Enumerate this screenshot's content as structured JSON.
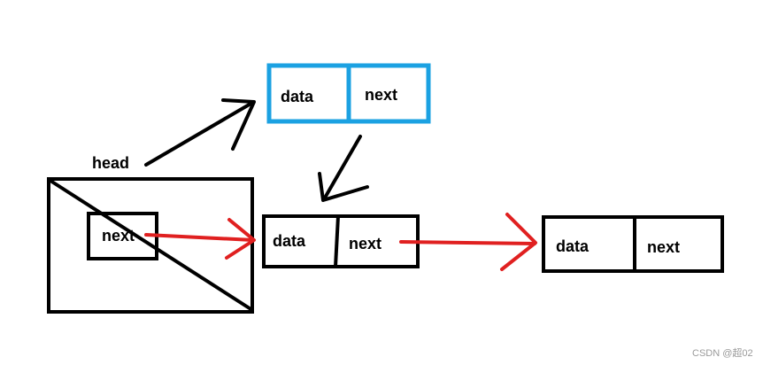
{
  "head_label": "head",
  "dummy_node": {
    "field_label": "next"
  },
  "new_node": {
    "data_label": "data",
    "next_label": "next"
  },
  "node_1": {
    "data_label": "data",
    "next_label": "next"
  },
  "node_2": {
    "data_label": "data",
    "next_label": "next"
  },
  "watermark": "CSDN @超02",
  "colors": {
    "stroke": "#000000",
    "new_node_border": "#1ba1e2",
    "link_arrow": "#e02020"
  }
}
